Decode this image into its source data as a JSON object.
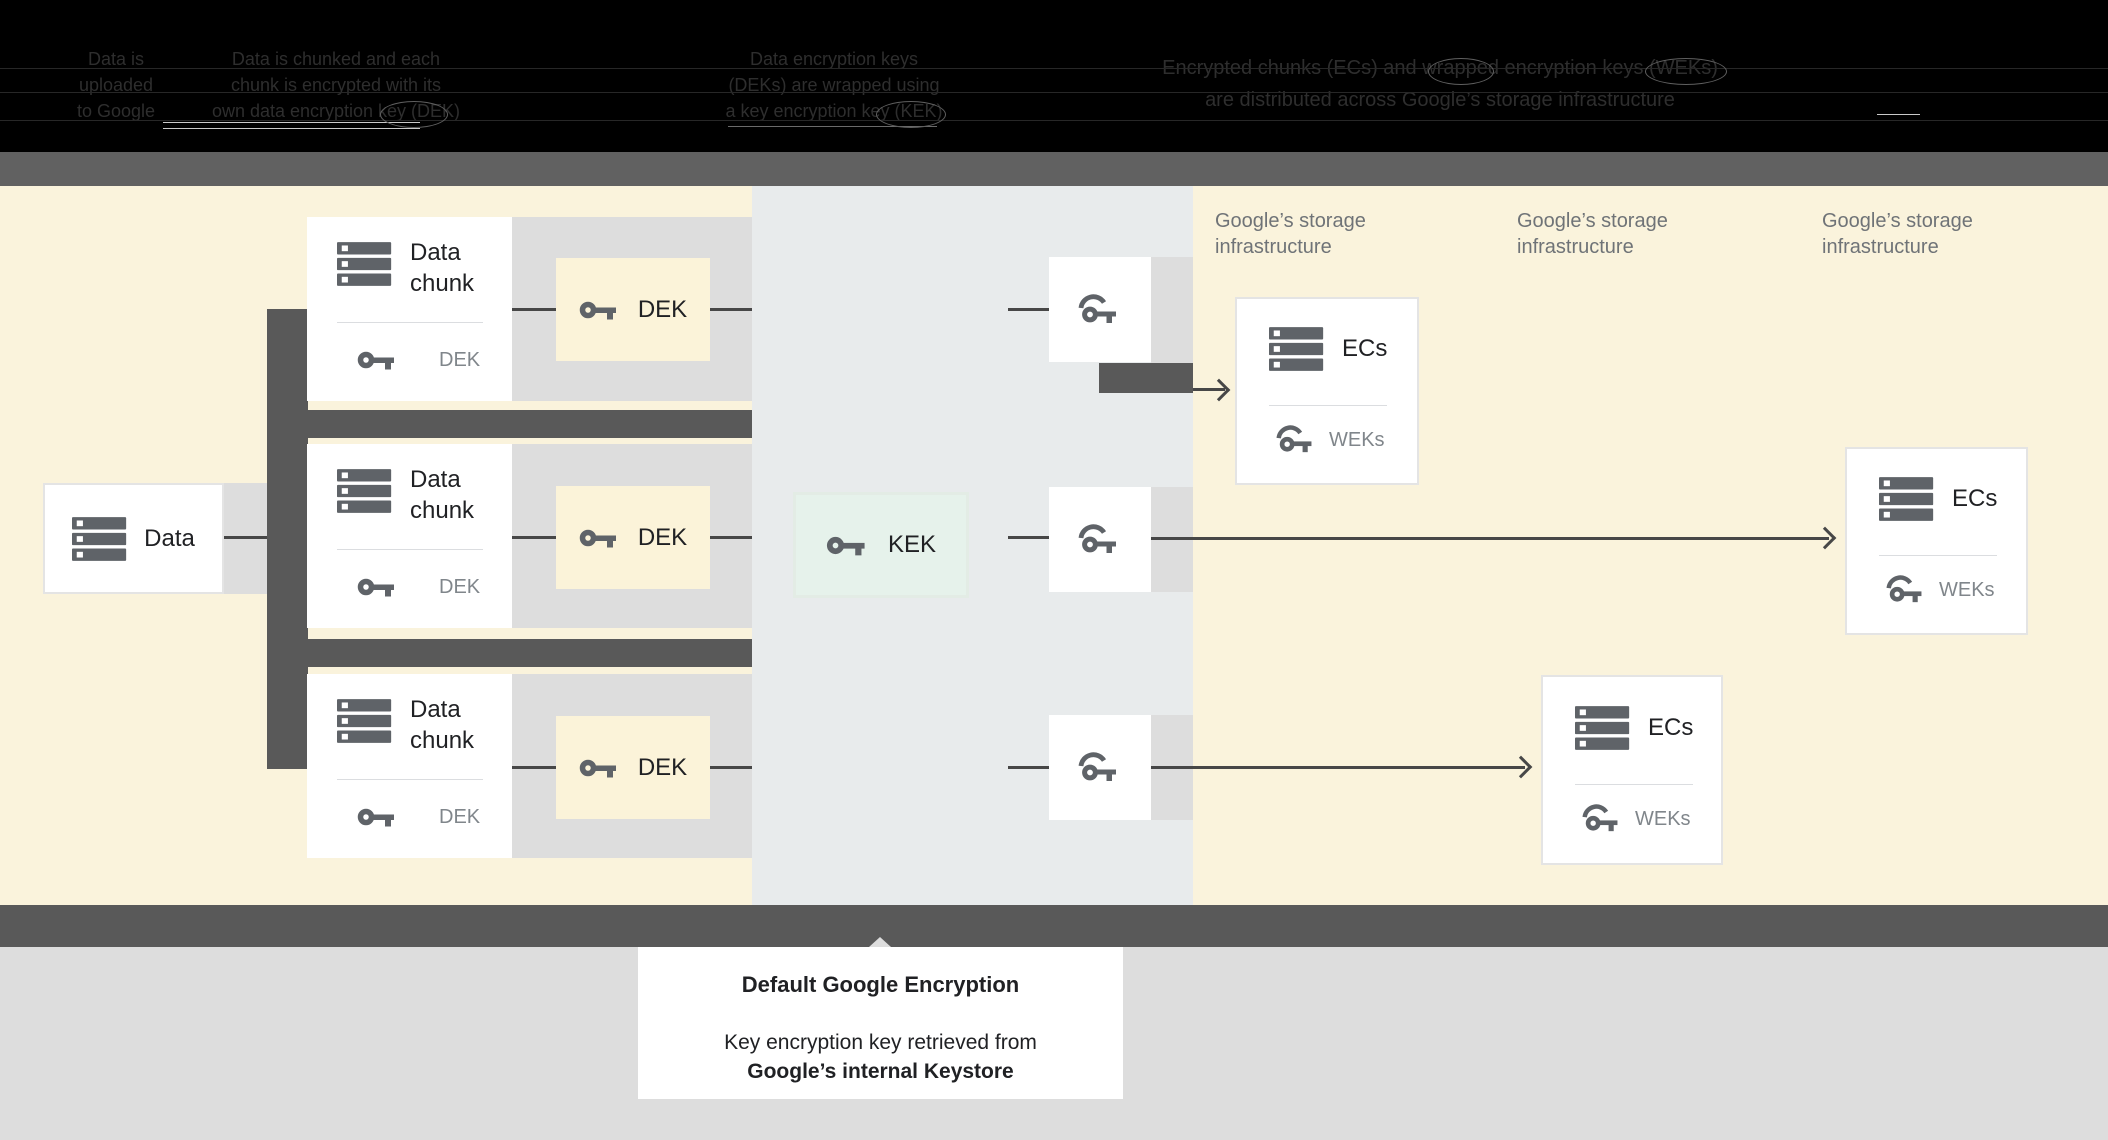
{
  "header": {
    "columns": [
      {
        "lines": [
          "Data is",
          "uploaded",
          "to Google"
        ]
      },
      {
        "lines": [
          "Data is chunked and each",
          "chunk is encrypted with its",
          "own data encryption key (DEK)"
        ]
      },
      {
        "lines": [
          "Data encryption keys",
          "(DEKs) are wrapped using",
          "a key encryption key (KEK)"
        ]
      },
      {
        "lines": [
          "Encrypted chunks (ECs) and wrapped encryption keys (WEKs)",
          "are distributed across Google’s storage infrastructure"
        ]
      }
    ]
  },
  "storage_label": {
    "line1": "Google’s storage",
    "line2": "infrastructure"
  },
  "nodes": {
    "data": {
      "label": "Data"
    },
    "chunk": {
      "label": "Data chunk",
      "sublabel": "DEK"
    },
    "dek": {
      "label": "DEK"
    },
    "kek": {
      "label": "KEK"
    },
    "ecs": {
      "label": "ECs",
      "sublabel": "WEKs"
    }
  },
  "caption": {
    "title": "Default Google Encryption",
    "line1": "Key encryption key retrieved from",
    "line2": "Google’s internal Keystore"
  },
  "icons": {
    "server": "server-stack-icon",
    "key": "key-icon",
    "wrapped_key": "wrapped-key-icon",
    "arrow": "arrow-right"
  },
  "colors": {
    "background_yellow": "#FAF3DC",
    "middle_panel": "#E8EBEC",
    "dek_box": "#FBF3D9",
    "kek_box": "#E6F2EB",
    "dark_bar": "#595959",
    "gray_strip": "#DDDDDD",
    "icon_gray": "#5F6368",
    "text_dark": "#202124",
    "text_gray": "#80868B",
    "header_bg": "#000000"
  }
}
